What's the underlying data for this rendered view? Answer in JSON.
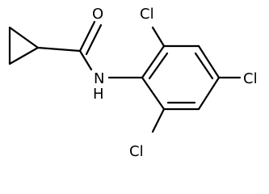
{
  "molecule": {
    "atoms": [
      {
        "id": "oxygen",
        "symbol": "O"
      },
      {
        "id": "amide-nh",
        "symbol": "N",
        "h_label": "H"
      },
      {
        "id": "chlorine-top",
        "symbol": "Cl"
      },
      {
        "id": "chlorine-para",
        "symbol": "Cl"
      },
      {
        "id": "chlorine-bottom",
        "symbol": "Cl"
      }
    ],
    "colors": {
      "bond": "#000000",
      "label": "#000000",
      "background": "#ffffff"
    }
  }
}
